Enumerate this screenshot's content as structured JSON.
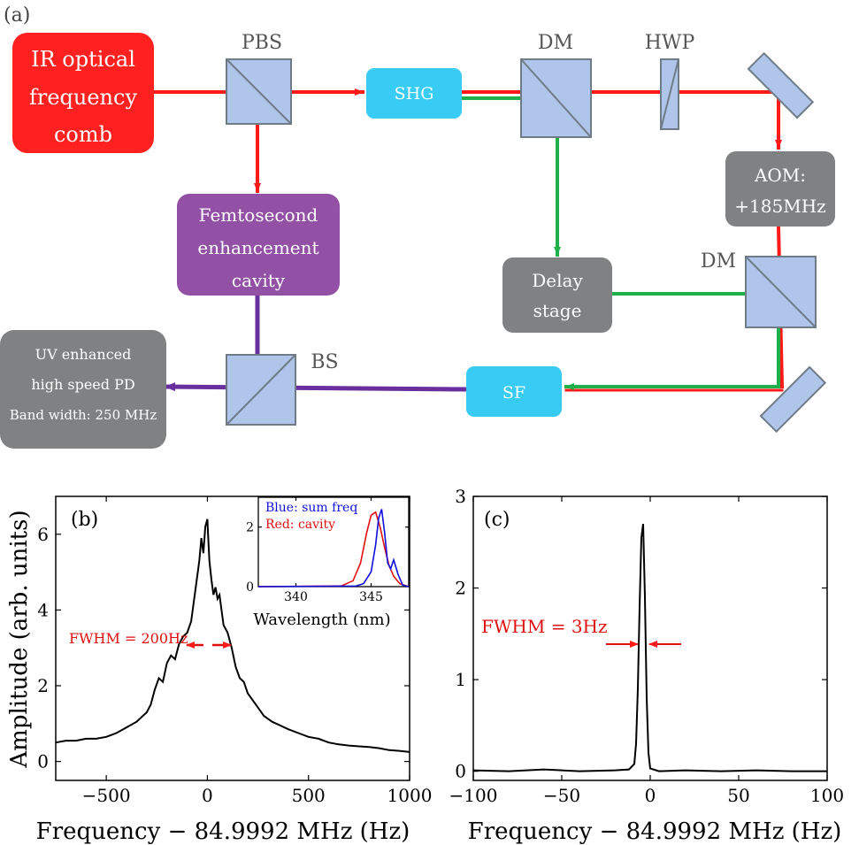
{
  "panel_labels": {
    "a": "(a)",
    "b": "(b)",
    "c": "(c)"
  },
  "colors": {
    "ir_beam": "#ff1a1a",
    "green_beam": "#1fb04b",
    "uv_beam": "#6a2f9e",
    "comb_box": "#ff2020",
    "cavity_box": "#9351a6",
    "module_box": "#38ccf5",
    "gray_box": "#7f8182",
    "optic_fill": "#afc6ea",
    "optic_edge": "#6f7c88",
    "trace_black": "#000000",
    "trace_blue": "#1010dd",
    "trace_red": "#e01010"
  },
  "diagram": {
    "comb_lines": [
      "IR optical",
      "frequency",
      "comb"
    ],
    "pbs_label": "PBS",
    "shg_label": "SHG",
    "dm_top_label": "DM",
    "hwp_label": "HWP",
    "aom_lines": [
      "AOM:",
      "+185MHz"
    ],
    "cavity_lines": [
      "Femtosecond",
      "enhancement",
      "cavity"
    ],
    "delay_lines": [
      "Delay",
      "stage"
    ],
    "dm_right_label": "DM",
    "bs_label": "BS",
    "sf_label": "SF",
    "pd_lines": [
      "UV enhanced",
      "high speed PD",
      "Band width: 250 MHz"
    ]
  },
  "chart_data": [
    {
      "type": "line",
      "panel": "(b)",
      "xlabel": "Frequency − 84.9992 MHz (Hz)",
      "ylabel": "Amplitude (arb. units)",
      "xlim": [
        -750,
        1000
      ],
      "ylim": [
        -0.5,
        7.0
      ],
      "xticks": [
        -500,
        0,
        500,
        1000
      ],
      "xtick_labels": [
        "−500",
        "0",
        "500",
        "1000"
      ],
      "yticks": [
        0,
        2,
        4,
        6
      ],
      "ytick_labels": [
        "0",
        "2",
        "4",
        "6"
      ],
      "annotation": "FWHM = 200Hz",
      "series": [
        {
          "x": [
            -750,
            -700,
            -650,
            -600,
            -550,
            -500,
            -450,
            -400,
            -350,
            -300,
            -280,
            -260,
            -240,
            -220,
            -200,
            -180,
            -160,
            -140,
            -120,
            -100,
            -80,
            -60,
            -40,
            -30,
            -20,
            -10,
            0,
            5,
            10,
            20,
            30,
            40,
            50,
            60,
            80,
            100,
            120,
            140,
            160,
            180,
            200,
            240,
            280,
            320,
            360,
            400,
            450,
            500,
            550,
            600,
            650,
            700,
            750,
            800,
            850,
            900,
            950,
            1000
          ],
          "values": [
            0.5,
            0.55,
            0.55,
            0.6,
            0.6,
            0.65,
            0.75,
            0.9,
            1.05,
            1.3,
            1.5,
            1.9,
            2.2,
            2.1,
            2.6,
            2.8,
            2.7,
            3.1,
            3.3,
            3.4,
            3.7,
            4.5,
            5.3,
            5.9,
            5.5,
            6.2,
            6.4,
            5.8,
            5.3,
            4.8,
            4.4,
            4.6,
            4.3,
            4.4,
            3.6,
            3.4,
            3.0,
            2.5,
            2.2,
            2.1,
            1.8,
            1.5,
            1.2,
            1.05,
            0.95,
            0.85,
            0.75,
            0.65,
            0.6,
            0.5,
            0.45,
            0.42,
            0.4,
            0.38,
            0.35,
            0.3,
            0.28,
            0.25
          ]
        }
      ]
    },
    {
      "type": "line",
      "panel": "inset",
      "xlabel": "Wavelength (nm)",
      "xlim": [
        337.5,
        347.5
      ],
      "ylim": [
        0,
        3.0
      ],
      "xticks": [
        340,
        345
      ],
      "xtick_labels": [
        "340",
        "345"
      ],
      "yticks": [
        0,
        2
      ],
      "ytick_labels": [
        "0",
        "2"
      ],
      "legend": "top-left",
      "series": [
        {
          "name": "Blue: sum freq",
          "x": [
            337.5,
            344.0,
            344.5,
            345.0,
            345.3,
            345.5,
            345.7,
            345.9,
            346.1,
            346.3,
            346.5,
            346.8,
            347.1,
            347.5
          ],
          "values": [
            0.0,
            0.02,
            0.1,
            0.5,
            1.4,
            2.3,
            2.6,
            1.8,
            0.8,
            0.6,
            0.9,
            0.4,
            0.05,
            0.0
          ]
        },
        {
          "name": "Red: cavity",
          "x": [
            337.5,
            343.0,
            343.8,
            344.3,
            344.7,
            345.0,
            345.3,
            345.6,
            345.9,
            346.2,
            346.5,
            346.9,
            347.5
          ],
          "values": [
            0.0,
            0.02,
            0.2,
            0.8,
            1.8,
            2.4,
            2.5,
            2.0,
            1.3,
            0.7,
            0.35,
            0.1,
            0.0
          ]
        }
      ]
    },
    {
      "type": "line",
      "panel": "(c)",
      "xlabel": "Frequency − 84.9992 MHz (Hz)",
      "xlim": [
        -100,
        100
      ],
      "ylim": [
        -0.1,
        3.0
      ],
      "xticks": [
        -100,
        -50,
        0,
        50,
        100
      ],
      "xtick_labels": [
        "−100",
        "−50",
        "0",
        "50",
        "100"
      ],
      "yticks": [
        0,
        1,
        2,
        3
      ],
      "ytick_labels": [
        "0",
        "1",
        "2",
        "3"
      ],
      "annotation": "FWHM = 3Hz",
      "series": [
        {
          "x": [
            -100,
            -80,
            -60,
            -40,
            -20,
            -12,
            -9,
            -8,
            -7,
            -6,
            -5,
            -4,
            -3,
            -2,
            -1,
            0,
            5,
            20,
            40,
            60,
            80,
            100
          ],
          "values": [
            0.01,
            0.0,
            0.02,
            0.0,
            0.01,
            0.02,
            0.08,
            0.3,
            0.9,
            1.8,
            2.55,
            2.7,
            1.9,
            0.8,
            0.2,
            0.03,
            0.0,
            0.01,
            0.0,
            0.01,
            0.0,
            0.0
          ]
        }
      ]
    }
  ]
}
